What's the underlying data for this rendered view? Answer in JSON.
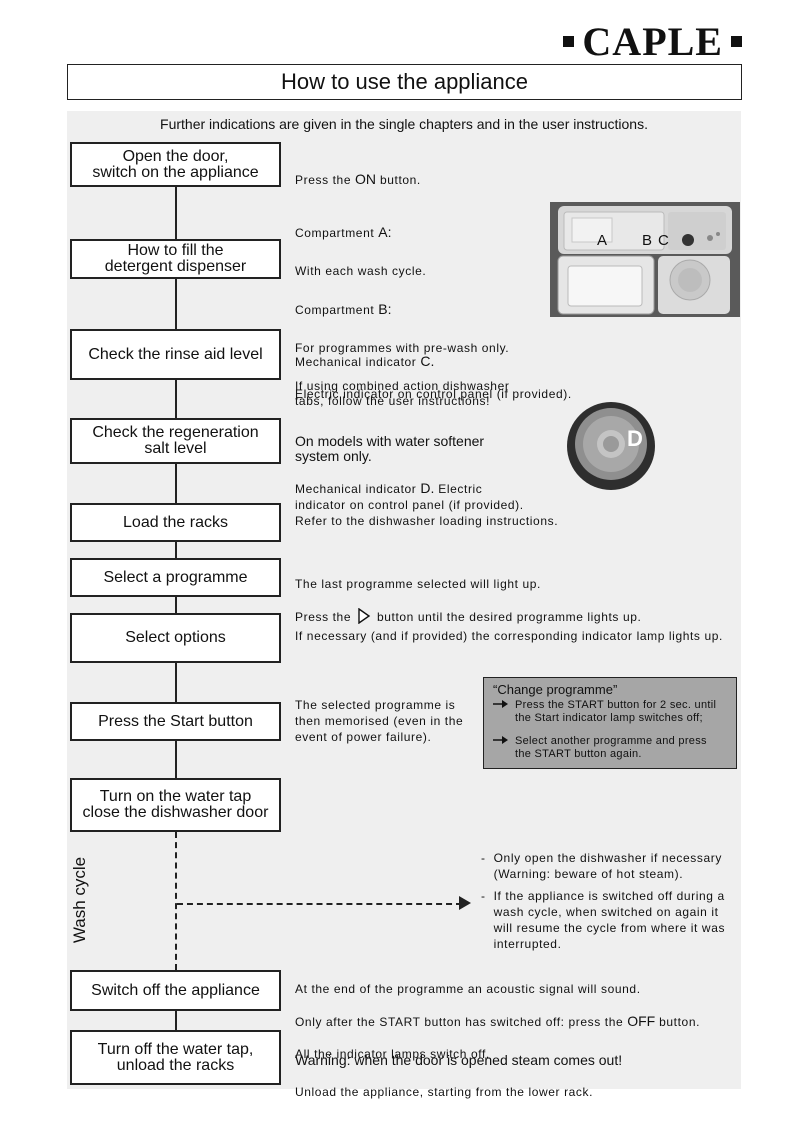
{
  "brand": {
    "name": "CAPLE"
  },
  "title": "How to use the appliance",
  "intro": "Further indications are given in the single chapters and in the user instructions.",
  "steps": [
    {
      "label": "Open the door,\nswitch on the appliance"
    },
    {
      "label": "How to fill the\ndetergent dispenser"
    },
    {
      "label": "Check the rinse aid level"
    },
    {
      "label": "Check the regeneration\nsalt level"
    },
    {
      "label": "Load the racks"
    },
    {
      "label": "Select a programme"
    },
    {
      "label": "Select options"
    },
    {
      "label": "Press the Start button"
    },
    {
      "label": "Turn on the water tap\nclose the dishwasher door"
    },
    {
      "label": "Switch off the appliance"
    },
    {
      "label": "Turn off the water tap,\nunload the racks"
    }
  ],
  "descriptions": {
    "open_prefix": "Press the ",
    "open_on": "ON",
    "open_suffix": " button.",
    "compA_label": "Compartment ",
    "compA_letter": "A:",
    "compA_text": "With each wash cycle.",
    "compB_label": "Compartment ",
    "compB_letter": "B:",
    "compB_text": "For programmes with pre-wash only.",
    "tabs_text": "If using combined action dishwasher\ntabs, follow the user instructions!",
    "rinse_line1_prefix": "Mechanical indicator ",
    "rinse_line1_letter": "C.",
    "rinse_line2": "Electric indicator on control panel (if provided).",
    "salt_heading": "On models with water softener\nsystem only.",
    "salt_line_prefix": "Mechanical indicator ",
    "salt_line_letter": "D.",
    "salt_line_suffix": " Electric\nindicator on control panel (if provided).",
    "load": "Refer to the dishwasher loading instructions.",
    "select_line1": "The last programme selected will light up.",
    "select_line2_prefix": "Press the ",
    "select_line2_suffix": " button until the desired programme lights up.",
    "options": "If necessary (and if provided) the corresponding indicator lamp lights up.",
    "start": "The selected programme is\nthen memorised (even in the\nevent of power failure).",
    "switchoff_line1": "At the end of the programme an acoustic signal will sound.",
    "switchoff_line2_prefix": "Only after the START button has switched off: press the ",
    "switchoff_off": "OFF",
    "switchoff_line2_suffix": " button.",
    "switchoff_line3": "All the indicator lamps switch off.",
    "unload_warning": "Warning: when the door is opened steam comes out!",
    "unload_text": "Unload the appliance, starting from the lower rack."
  },
  "dispenser_photo": {
    "labels": [
      "A",
      "B",
      "C"
    ]
  },
  "salt_photo": {
    "label": "D"
  },
  "change_programme": {
    "title": "“Change programme”",
    "items": [
      "Press the START button for 2 sec. until\nthe Start indicator lamp switches off;",
      "Select another programme and press\nthe START button again."
    ]
  },
  "wash_cycle": {
    "label": "Wash cycle",
    "bullets": [
      "Only open the dishwasher if necessary\n(Warning: beware of hot steam).",
      "If the appliance is switched off during a\nwash cycle, when switched on again it\nwill resume the cycle from where it was\ninterrupted."
    ]
  },
  "colors": {
    "panel": "#efefef",
    "box_border": "#222222",
    "note_bg": "#a6a6a6"
  }
}
